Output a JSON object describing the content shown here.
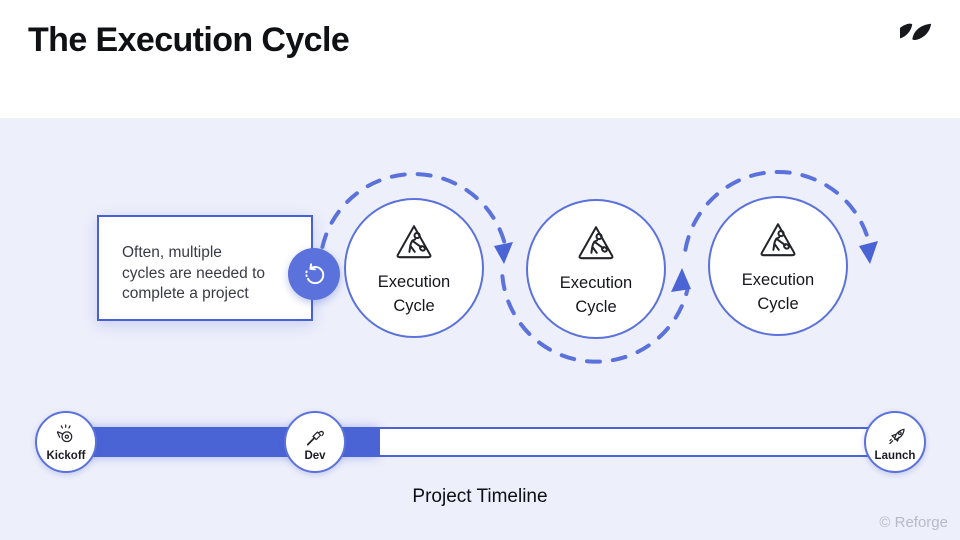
{
  "header": {
    "title": "The Execution Cycle"
  },
  "callout": {
    "lines": [
      "Often, multiple",
      "cycles are needed to",
      "complete a project"
    ]
  },
  "cycles": {
    "items": [
      {
        "line1": "Execution",
        "line2": "Cycle"
      },
      {
        "line1": "Execution",
        "line2": "Cycle"
      },
      {
        "line1": "Execution",
        "line2": "Cycle"
      }
    ]
  },
  "timeline": {
    "caption": "Project Timeline",
    "milestones": [
      {
        "label": "Kickoff"
      },
      {
        "label": "Dev"
      },
      {
        "label": "Launch"
      }
    ]
  },
  "footer": {
    "copyright": "© Reforge"
  },
  "colors": {
    "accent": "#5B72DC",
    "accent_deep": "#4A63D5",
    "content_background": "#EDEFFB",
    "header_background": "#FFFFFF"
  }
}
